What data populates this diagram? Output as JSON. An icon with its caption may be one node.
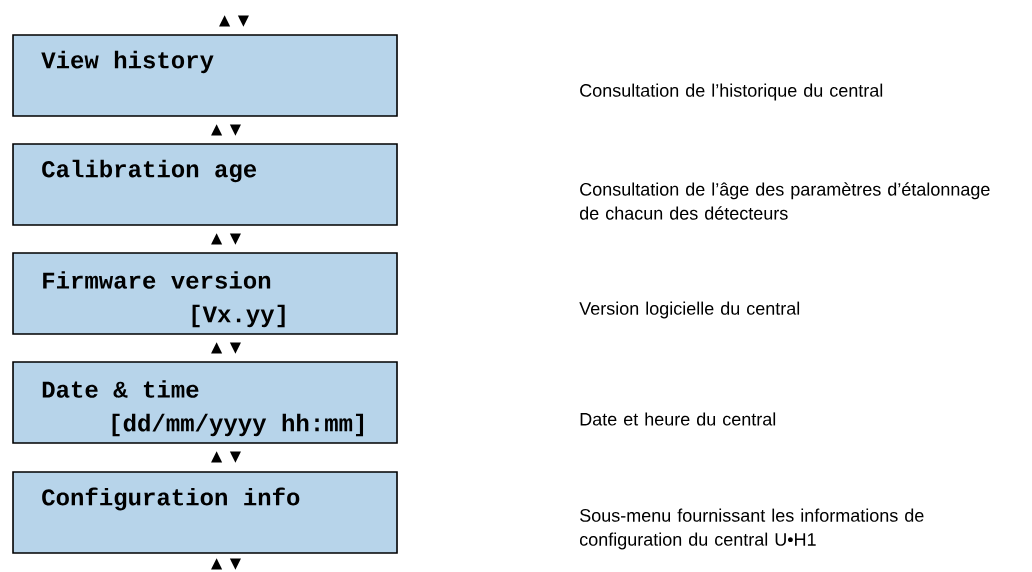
{
  "diagram": {
    "nodes": [
      {
        "text": [
          "View history"
        ]
      },
      {
        "text": [
          "Calibration age"
        ]
      },
      {
        "text": [
          "Firmware version",
          "[Vx.yy]"
        ]
      },
      {
        "text": [
          "Date & time",
          "[dd/mm/yyyy hh:mm]"
        ]
      },
      {
        "text": [
          "Configuration info"
        ]
      }
    ],
    "labels": [
      "▲▼",
      "Consultation de l’historique du central",
      "▲▼",
      "Consultation de l’âge des paramètres d’étalonnage de chacun des détecteurs",
      "▲▼",
      "Version logicielle du central",
      "▲▼",
      "Date et heure du central",
      "▲▼",
      "Sous-menu fournissant les informations de configuration du central U•H1",
      "▲▼"
    ]
  }
}
